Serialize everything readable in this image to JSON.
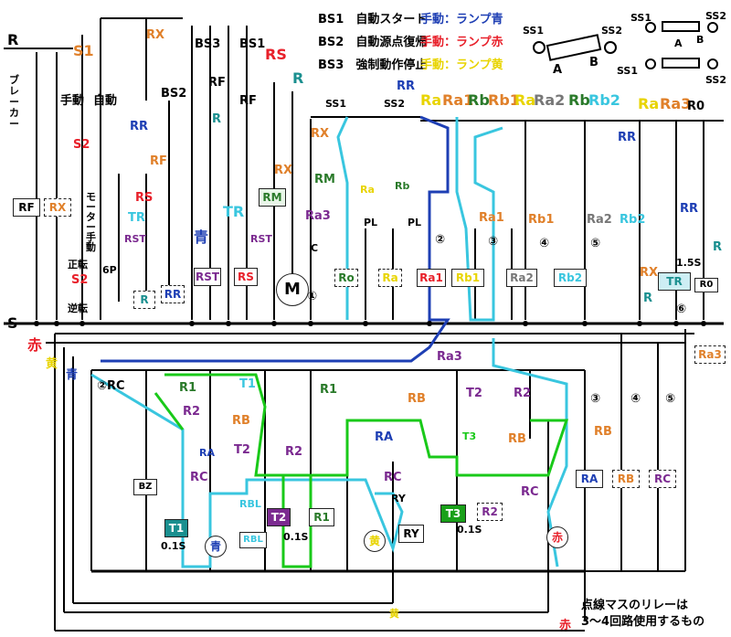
{
  "legend": {
    "bs1": "BS1　自動スタート",
    "bs2": "BS2　自動源点復帰",
    "bs3": "BS3　強制動作停止",
    "manual_blue": "手動：ランプ青",
    "manual_red": "手動：ランプ赤",
    "manual_yellow": "手動：ランプ黄"
  },
  "footnote": {
    "line1": "点線マスのリレーは",
    "line2": "3～4回路使用するもの"
  },
  "power": {
    "r": "R",
    "s": "S",
    "breaker": "ブレーカー",
    "manual": "手動",
    "auto": "自動",
    "forward": "正転",
    "reverse": "逆転",
    "motor_manual": "モーター手動"
  },
  "switches": {
    "s1": "S1",
    "s2a": "S2",
    "s2b": "S2",
    "six_p": "6P",
    "bs1": "BS1",
    "bs2": "BS2",
    "bs3": "BS3",
    "ss1": "SS1",
    "ss2": "SS2",
    "ss1b": "SS1",
    "ss2b": "SS2",
    "a": "A",
    "b": "B",
    "a2": "A",
    "b2": "B",
    "ss1c": "SS1",
    "ss2c": "SS2",
    "ss1d": "SS1",
    "ss2d": "SS2"
  },
  "top_labels": [
    "RX",
    "RF",
    "RF",
    "RS",
    "R",
    "RR",
    "RR",
    "RX",
    "RM",
    "RM",
    "Ra3",
    "C",
    "RF",
    "RS",
    "RST",
    "RST",
    "RST",
    "RS",
    "TR",
    "TR",
    "RF",
    "RX",
    "R",
    "RR",
    "青",
    "RR",
    "RR"
  ],
  "contact_row": [
    "Ra",
    "Ra1",
    "Rb",
    "Rb1",
    "Ra",
    "Ra2",
    "Rb",
    "Rb2",
    "Ra",
    "Ra3",
    "R0"
  ],
  "mid_labels": {
    "ra": "Ra",
    "rb": "Rb",
    "pl1": "PL",
    "pl2": "PL",
    "ra1": "Ra1",
    "rb1": "Rb1",
    "ra2": "Ra2",
    "rb2": "Rb2",
    "rr": "RR",
    "rx": "RX",
    "r": "R",
    "r2": "R",
    "tr_time": "1.5S",
    "c2": "②",
    "c3": "③",
    "c4": "④",
    "c5": "⑤",
    "c6": "⑥"
  },
  "coils_top": [
    "Ro",
    "Ra",
    "Ra1",
    "Rb1",
    "Ra2",
    "Rb2",
    "TR",
    "R0",
    "RST",
    "RS",
    "RM",
    "R",
    "RR",
    "RF",
    "RX"
  ],
  "motor": {
    "m": "M",
    "n1": "①"
  },
  "ra3_box": "Ra3",
  "lower": {
    "red": "赤",
    "yellow": "黄",
    "blue": "青",
    "rc": "②RC",
    "r1": "R1",
    "r2": "R2",
    "t1": "T1",
    "r1b": "R1",
    "ra3": "Ra3",
    "rb": "RB",
    "t2": "T2",
    "r2b": "R2",
    "c3": "③",
    "c4": "④",
    "c5": "⑤",
    "rb2": "RB",
    "ra": "RA",
    "rc2": "RC",
    "t2b": "T2",
    "r2c": "R2",
    "t3": "T3",
    "rb3": "RB",
    "ra2": "RA",
    "rc3": "RC",
    "rbl": "RBL",
    "ry": "RY",
    "rb4": "RB",
    "rc4": "RC",
    "bz": "BZ",
    "rc5": "RC"
  },
  "lower_coils": {
    "t1": "T1",
    "t2": "T2",
    "r1": "R1",
    "t3": "T3",
    "r2": "R2",
    "ry": "RY",
    "rbl": "RBL",
    "lamp_blue": "青",
    "lamp_yellow": "黄",
    "lamp_red": "赤",
    "t01a": "0.1S",
    "t01b": "0.1S",
    "t01c": "0.1S",
    "ra": "RA",
    "rb": "RB",
    "rc": "RC"
  },
  "bottom": {
    "yellow": "黄",
    "red": "赤"
  },
  "colors": {
    "black": "#000000",
    "blue": "#1e3fb4",
    "cyan": "#39c6df",
    "green": "#19c919",
    "red": "#e8202a",
    "yellow": "#e8d400",
    "orange": "#e0802a",
    "teal": "#1a8f8f",
    "purple": "#7b2a90",
    "darkgreen": "#2a7a2a"
  }
}
